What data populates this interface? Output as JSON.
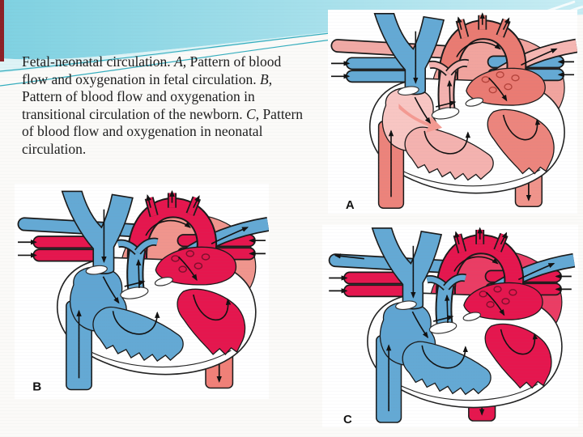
{
  "slide": {
    "background": "#fbfaf8",
    "accent_bar_color": "#8c2127",
    "wave": {
      "teal_start": "#7fd1e1",
      "teal_end": "#c8edf4",
      "light_band": "#d4f0f5",
      "line_color": "#35aebe",
      "stripe_color": "#ffffff"
    },
    "caption": {
      "segments": [
        {
          "text": "Fetal-neonatal circulation. ",
          "italic": false
        },
        {
          "text": "A",
          "italic": true
        },
        {
          "text": ", Pattern of blood flow and oxygenation in fetal circulation. ",
          "italic": false
        },
        {
          "text": "B",
          "italic": true
        },
        {
          "text": ", Pattern of blood flow and oxygenation in transitional circulation of the newborn. ",
          "italic": false
        },
        {
          "text": "C",
          "italic": true
        },
        {
          "text": ", Pattern of blood flow and oxygenation in neonatal circulation.",
          "italic": false
        }
      ]
    },
    "figures": [
      {
        "label": "A",
        "name": "fetal-circulation",
        "pa_out_arrow": false,
        "foramen_arrow": true,
        "desc_aorta_x_shift": 0,
        "colors": {
          "vein": "#64a9d4",
          "ra": "#f8c6c3",
          "rv": "#f4b2af",
          "la": "#ea7b73",
          "lv": "#ec857d",
          "arch": "#e97b72",
          "behind": "#f1a49e",
          "sweep": "#f5b6b2",
          "top_bar": "#f0a9a5",
          "bars": "#64a9d4",
          "ivc": "#ec837b",
          "desc": "#f0948b",
          "ostia": "#b5443c",
          "fo": "#f49a92"
        }
      },
      {
        "label": "B",
        "name": "transitional-circulation",
        "pa_out_arrow": false,
        "foramen_arrow": false,
        "desc_aorta_x_shift": 0,
        "colors": {
          "vein": "#64a9d4",
          "ra": "#60a5d2",
          "rv": "#64a9d4",
          "la": "#e5164e",
          "lv": "#e5164e",
          "arch": "#e5164e",
          "behind": "#f0958d",
          "sweep": "#64a9d4",
          "top_bar": "#64a9d4",
          "bars": "#e5164e",
          "ivc": "#64a9d4",
          "desc": "#f08078",
          "ostia": "#7e0f2c",
          "fo": "#f49a92"
        }
      },
      {
        "label": "C",
        "name": "neonatal-circulation",
        "pa_out_arrow": true,
        "foramen_arrow": false,
        "desc_aorta_x_shift": -55,
        "colors": {
          "vein": "#64a9d4",
          "ra": "#60a5d2",
          "rv": "#64a9d4",
          "la": "#e5164e",
          "lv": "#e5164e",
          "arch": "#e5164e",
          "behind": "#ea3d64",
          "sweep": "#64a9d4",
          "top_bar": "#64a9d4",
          "bars": "#e5164e",
          "ivc": "#64a9d4",
          "desc": "#e5164e",
          "ostia": "#7e0f2c",
          "fo": "#f49a92"
        }
      }
    ]
  }
}
